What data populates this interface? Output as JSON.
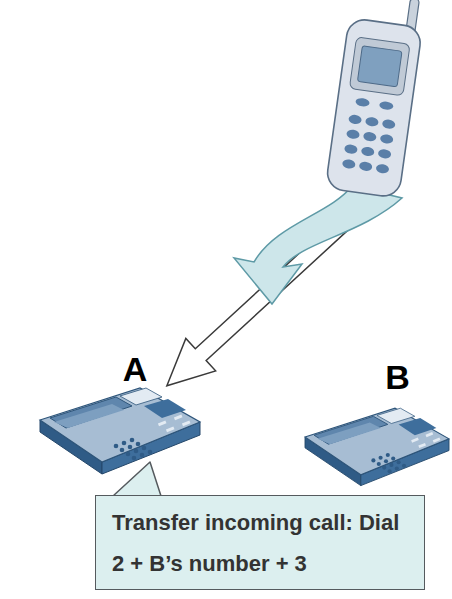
{
  "diagram": {
    "nodes": [
      {
        "text": [
          "A"
        ]
      },
      {
        "text": [
          "B"
        ]
      },
      {
        "text": [
          "Transfer incoming call: Dial 2 + B’s number + 3"
        ]
      }
    ],
    "edges": [
      {
        "from": 2,
        "to": 0,
        "arrow": "none"
      }
    ]
  }
}
